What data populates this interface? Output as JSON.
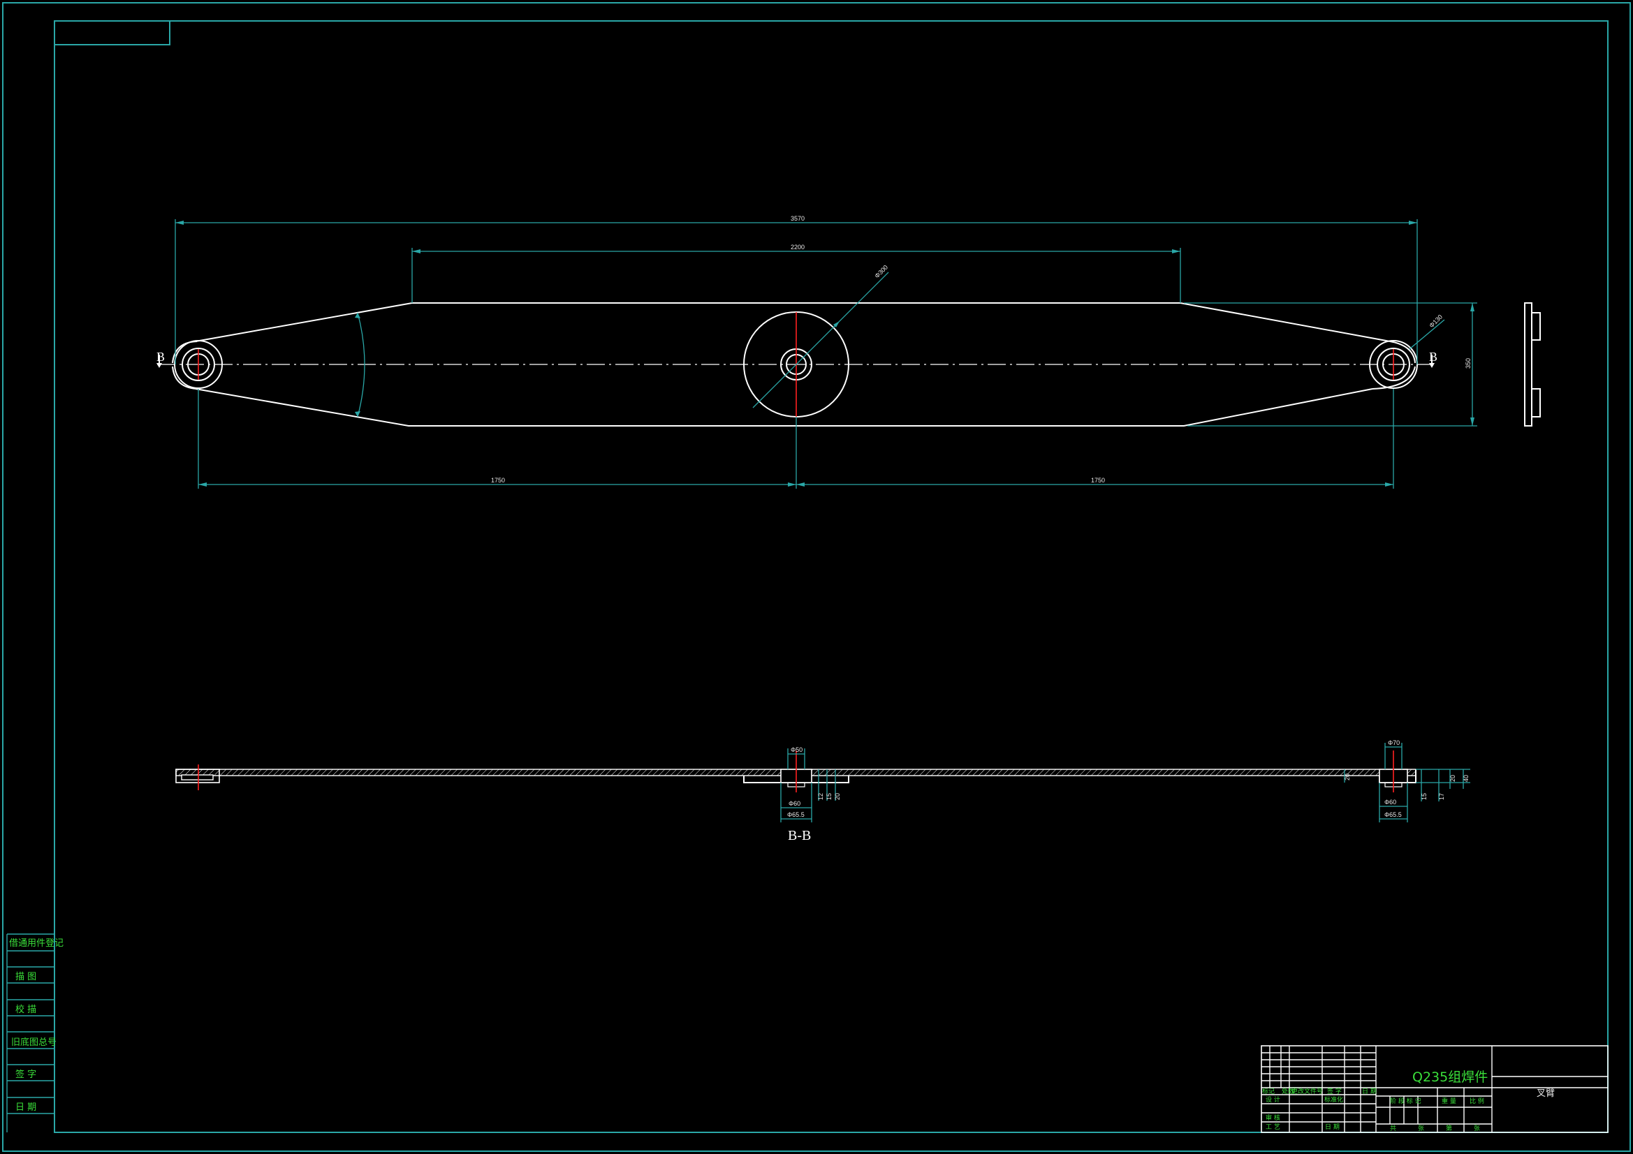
{
  "drawing": {
    "material": "Q235组焊件",
    "part_name": "叉臂",
    "section_label": "B-B",
    "section_marker": "B"
  },
  "dimensions": {
    "overall_length": "3570",
    "top_flat_length": "2200",
    "left_half": "1750",
    "right_half": "1750",
    "height": "350",
    "center_ring_dia": "Φ300",
    "end_ring_dia": "Φ130"
  },
  "section_dims": {
    "center_bore_top": "Φ50",
    "center_bore_mid": "Φ60",
    "center_bore_bottom": "Φ65.5",
    "center_stack": [
      "12",
      "15",
      "20"
    ],
    "right_bore_top": "Φ70",
    "right_bore_mid": "Φ60",
    "right_bore_bottom": "Φ65.5",
    "right_stack": [
      "15",
      "17",
      "20",
      "40"
    ],
    "left_thk": "20"
  },
  "left_strip": {
    "rows": [
      "借通用件登记",
      "描  图",
      "校  描",
      "旧底图总号",
      "签  字",
      "日  期"
    ]
  },
  "title_block": {
    "headers": [
      "标记",
      "处数",
      "更改文件号",
      "签 字",
      "日 期"
    ],
    "roles": [
      "设 计",
      "审 核",
      "工 艺"
    ],
    "standardization": "标准化",
    "date": "日 期",
    "stage": [
      "阶 段 标 记",
      "重 量",
      "比 例"
    ],
    "sheets": [
      "共",
      "张",
      "第",
      "张"
    ]
  },
  "colors": {
    "background": "#000000",
    "frame": "#2aa7a7",
    "geometry": "#ffffff",
    "text_green": "#3adf3a",
    "center_marks": "#ff2020"
  }
}
